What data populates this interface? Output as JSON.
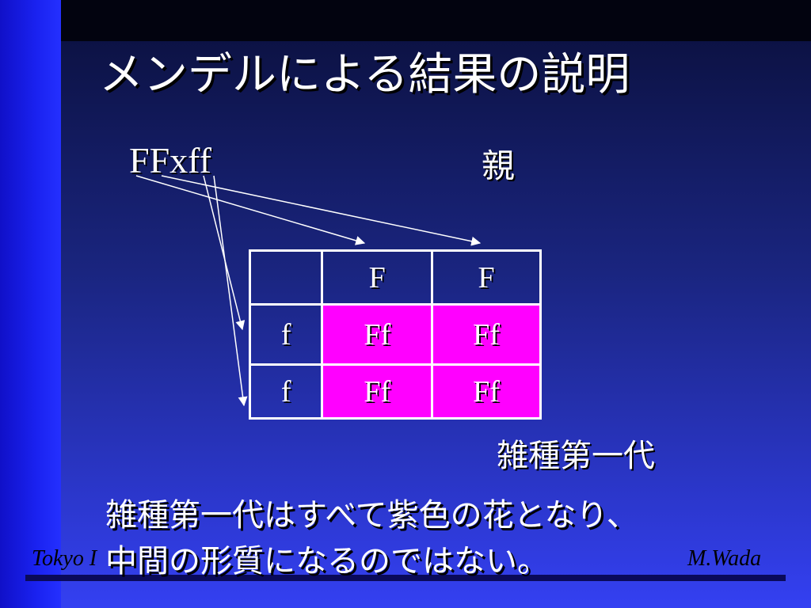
{
  "slide": {
    "title": "メンデルによる結果の説明",
    "cross": "FFxff",
    "parent_label": "親",
    "f1_label": "雑種第一代",
    "punnett": {
      "header": [
        "",
        "F",
        "F"
      ],
      "rows": [
        [
          "f",
          "Ff",
          "Ff"
        ],
        [
          "f",
          "Ff",
          "Ff"
        ]
      ]
    },
    "conclusion_line1": "雑種第一代はすべて紫色の花となり、",
    "conclusion_line2": "中間の形質になるのではない。",
    "footer_left": "Tokyo I",
    "footer_right": "M.Wada"
  },
  "colors": {
    "cell_highlight": "#ff00ff",
    "text": "#ffffff",
    "background_top": "#0a0f3a",
    "background_bottom": "#3440f2",
    "left_bar": "#1a22f0"
  }
}
